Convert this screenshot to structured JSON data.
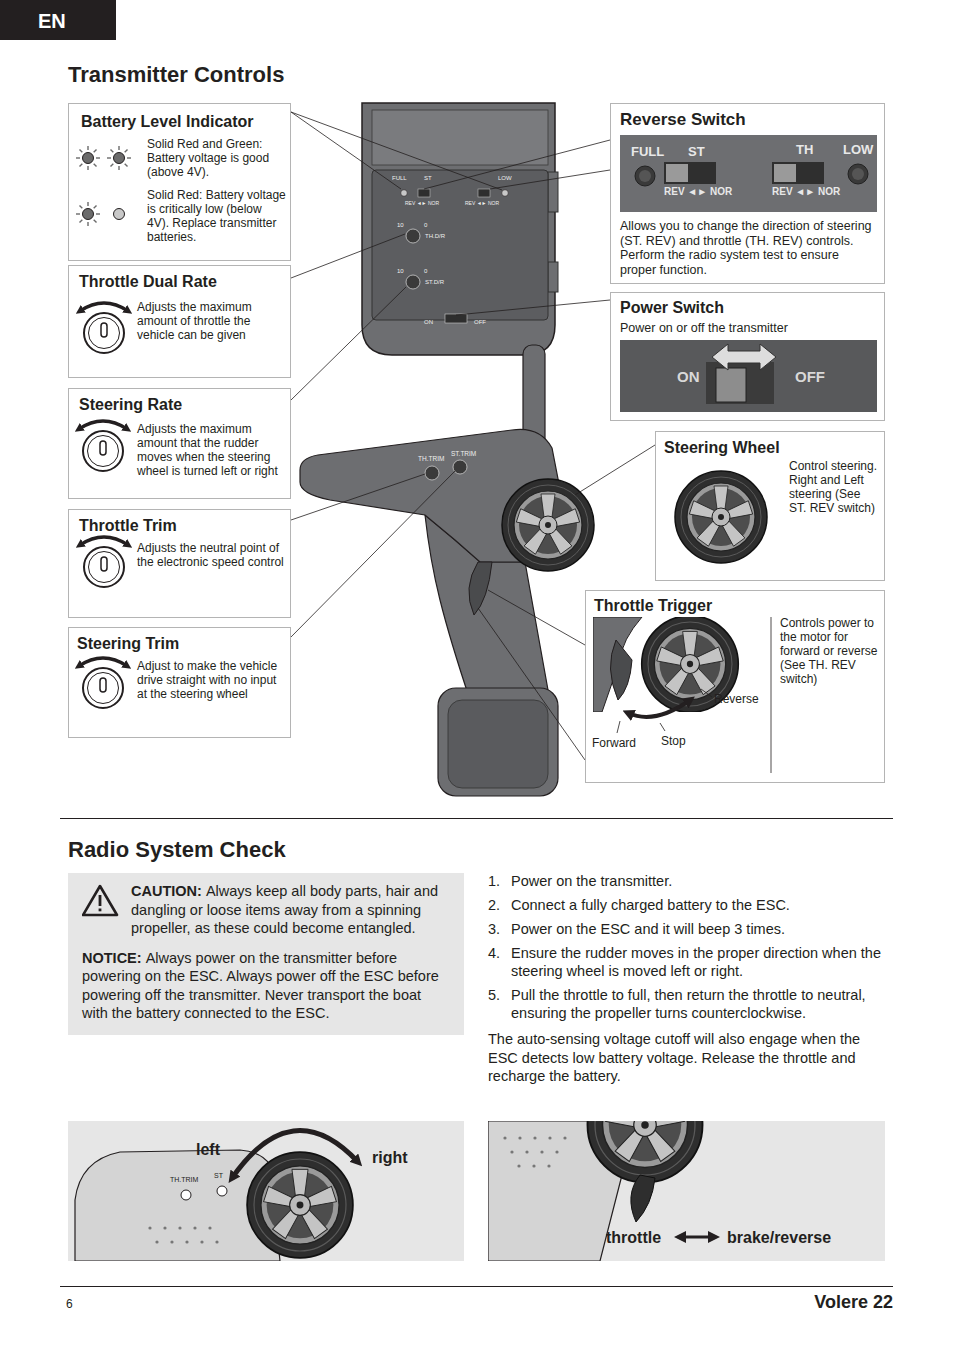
{
  "diagram": {
    "title": "Transmitter Controls",
    "nodes": [
      {
        "text": [
          "Battery Level Indicator",
          "Solid Red and Green: Battery voltage is good (above 4V).",
          "Solid Red: Battery voltage is critically low (below 4V). Replace transmitter batteries."
        ]
      },
      {
        "text": [
          "Throttle Dual Rate",
          "Adjusts the maximum amount of throttle the vehicle can be given"
        ]
      },
      {
        "text": [
          "Steering Rate",
          "Adjusts the maximum amount that the rudder moves when the steering wheel is turned left or right"
        ]
      },
      {
        "text": [
          "Throttle Trim",
          "Adjusts the neutral point of the electronic speed control"
        ]
      },
      {
        "text": [
          "Steering Trim",
          "Adjust to make the vehicle drive straight with no input at the steering wheel"
        ]
      },
      {
        "text": [
          "Reverse Switch",
          "Allows you to change the direction of steering (ST. REV) and throttle (TH. REV) controls. Perform the radio system test to ensure proper function."
        ]
      },
      {
        "text": [
          "Power Switch",
          "Power on or off the transmitter"
        ]
      },
      {
        "text": [
          "Steering Wheel",
          "Control steering. Right and Left steering (See ST. REV switch)"
        ]
      },
      {
        "text": [
          "Throttle Trigger",
          "Controls power to the motor for forward or reverse (See TH. REV switch)"
        ]
      },
      {
        "text": [
          "CAUTION:",
          "Always keep all body parts, hair and dangling or loose items away from a spinning propeller, as these could become entangled.",
          "NOTICE:",
          "Always power on the transmitter before powering on the ESC. Always power off the ESC before powering off the transmitter. Never transport the boat with the battery connected to the ESC."
        ]
      }
    ],
    "labels": [
      "EN",
      "FULL",
      "ST",
      "LOW",
      "REV ◄► NOR",
      "REV ◄► NOR",
      "10",
      "0",
      "TH.D/R",
      "10",
      "0",
      "ST.D/R",
      "ON",
      "OFF",
      "FULL",
      "ST",
      "TH",
      "LOW",
      "REV ◄► NOR",
      "REV ◄► NOR",
      "ON",
      "OFF",
      "TH.TRIM",
      "ST.TRIM",
      "Reverse",
      "Forward",
      "Stop",
      "Radio System Check",
      "1.",
      "Power on the transmitter.",
      "2.",
      "Connect a fully charged battery to the ESC.",
      "3.",
      "Power on the ESC and it will beep 3 times.",
      "4.",
      "Ensure the rudder moves in the proper direction when the steering wheel is moved left or right.",
      "5.",
      "Pull the throttle to full, then return the throttle to neutral, ensuring the propeller turns counterclockwise.",
      "The auto-sensing voltage cutoff will also engage when the ESC detects low battery voltage. Release the throttle and recharge the battery.",
      "left",
      "right",
      "TH.TRIM",
      "ST",
      "throttle",
      "brake/reverse",
      "6",
      "Volere 22"
    ]
  }
}
